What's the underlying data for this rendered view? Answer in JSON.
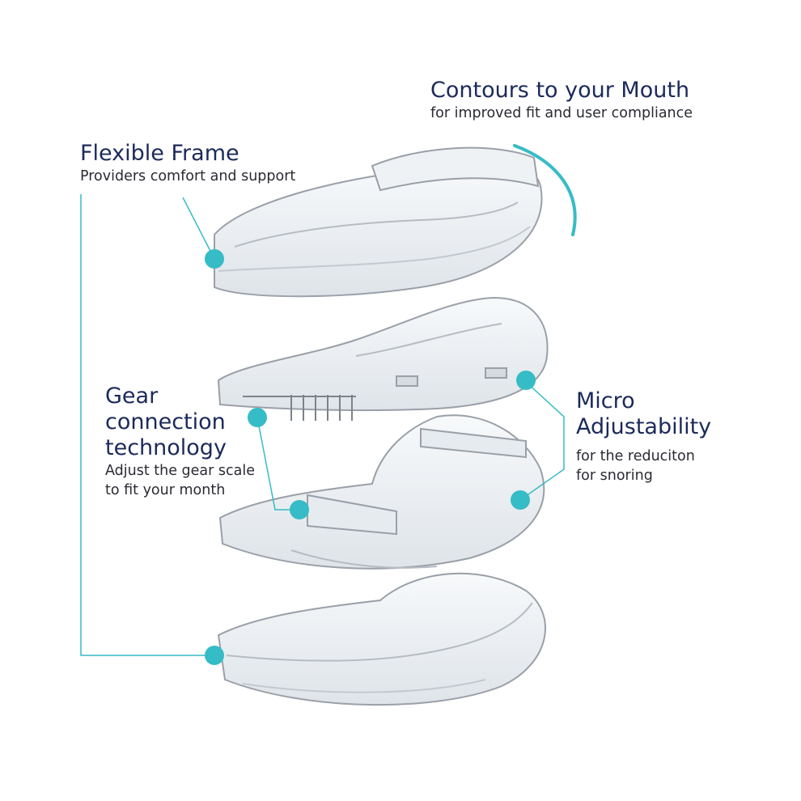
{
  "callouts": {
    "contours": {
      "title": "Contours to your Mouth",
      "subtitle": "for improved fit and user compliance"
    },
    "flexible_frame": {
      "title": "Flexible Frame",
      "subtitle": "Providers comfort and support"
    },
    "gear": {
      "title_lines": [
        "Gear",
        "connection",
        "technology"
      ],
      "subtitle_lines": [
        "Adjust the gear scale",
        "to fit your month"
      ]
    },
    "micro": {
      "title_lines": [
        "Micro",
        "Adjustability"
      ],
      "subtitle_lines": [
        "for the reduciton",
        "for snoring"
      ]
    }
  },
  "colors": {
    "accent": "#36bcc6",
    "heading": "#1b2a5a",
    "body": "#2a2a33",
    "tray_stroke": "#9aa0a8",
    "tray_fill": "#eef2f5"
  }
}
